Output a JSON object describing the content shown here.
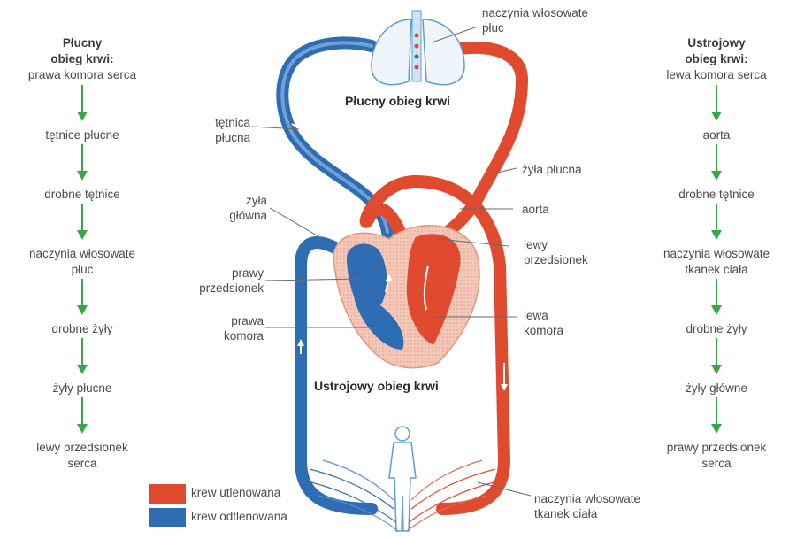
{
  "left_column": {
    "title": "Płucny\nobieg krwi:",
    "first": "prawa komora serca",
    "steps": [
      "tętnice płucne",
      "drobne tętnice",
      "naczynia włosowate\npłuc",
      "drobne żyły",
      "żyły płucne",
      "lewy przedsionek\nserca"
    ]
  },
  "right_column": {
    "title": "Ustrojowy\nobieg krwi:",
    "first": "lewa komora serca",
    "steps": [
      "aorta",
      "drobne tętnice",
      "naczynia włosowate\ntkanek ciała",
      "drobne żyły",
      "żyły główne",
      "prawy przedsionek\nserca"
    ]
  },
  "diagram": {
    "pulmonary_title": "Płucny obieg krwi",
    "systemic_title": "Ustrojowy obieg krwi",
    "labels": {
      "lung_capillaries": "naczynia włosowate\npłuc",
      "pulmonary_artery": "tętnica\npłucna",
      "pulmonary_vein": "żyła płucna",
      "vena_cava": "żyła\ngłówna",
      "aorta": "aorta",
      "left_atrium": "lewy\nprzedsionek",
      "right_atrium": "prawy\nprzedsionek",
      "left_ventricle": "lewa\nkomora",
      "right_ventricle": "prawa\nkomora",
      "body_capillaries": "naczynia włosowate\ntkanek ciała"
    }
  },
  "legend": {
    "oxygenated": "krew utlenowana",
    "deoxygenated": "krew odtlenowana",
    "oxygenated_color": "#e04a2f",
    "deoxygenated_color": "#2e6db4"
  },
  "colors": {
    "arrow": "#3aa64a",
    "red": "#e04a2f",
    "blue": "#2e6db4",
    "light_blue": "#8fb8e0"
  }
}
